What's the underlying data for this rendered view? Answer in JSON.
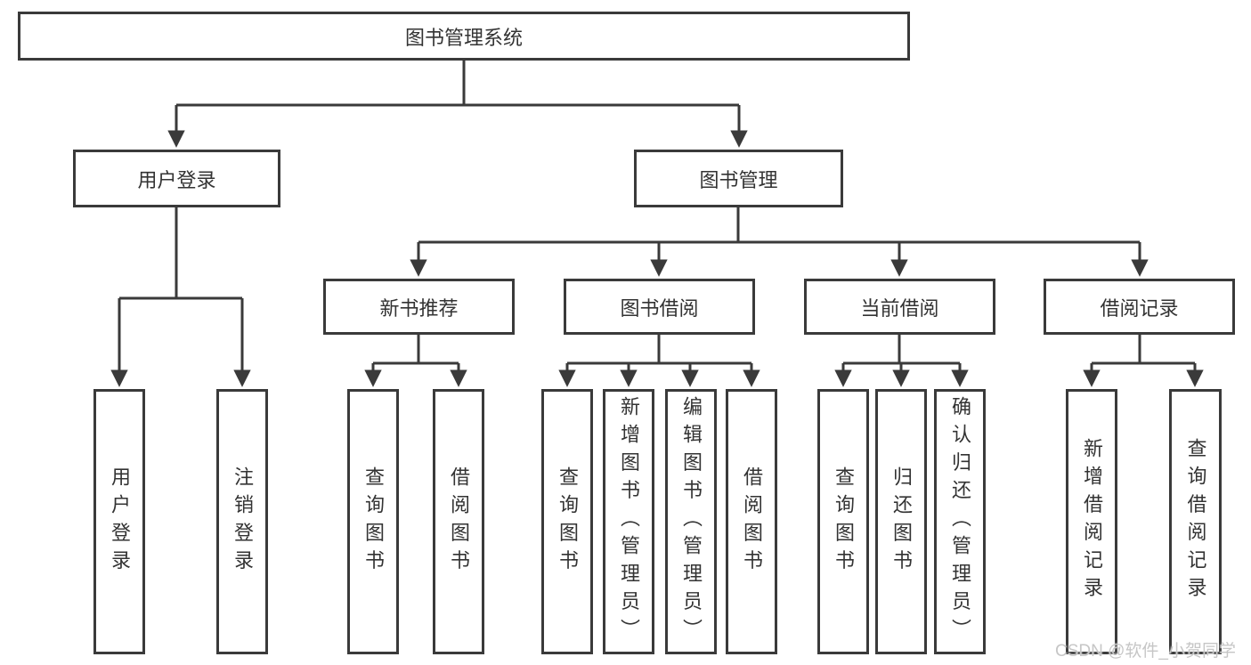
{
  "root": {
    "label": "图书管理系统"
  },
  "user_login": {
    "label": "用户登录",
    "children": [
      {
        "label": "用户登录"
      },
      {
        "label": "注销登录"
      }
    ]
  },
  "book_mgmt": {
    "label": "图书管理",
    "children": [
      {
        "label": "新书推荐",
        "children": [
          {
            "label": "查询图书"
          },
          {
            "label": "借阅图书"
          }
        ]
      },
      {
        "label": "图书借阅",
        "children": [
          {
            "label": "查询图书"
          },
          {
            "label": "新增图书（管理员）"
          },
          {
            "label": "编辑图书（管理员）"
          },
          {
            "label": "借阅图书"
          }
        ]
      },
      {
        "label": "当前借阅",
        "children": [
          {
            "label": "查询图书"
          },
          {
            "label": "归还图书"
          },
          {
            "label": "确认归还（管理员）"
          }
        ]
      },
      {
        "label": "借阅记录",
        "children": [
          {
            "label": "新增借阅记录"
          },
          {
            "label": "查询借阅记录"
          }
        ]
      }
    ]
  },
  "watermark": "CSDN @软件_小贺同学",
  "colors": {
    "line": "#3a3a3a",
    "text": "#333333",
    "box_background": "#ffffff",
    "watermark": "#c6c6c6"
  }
}
